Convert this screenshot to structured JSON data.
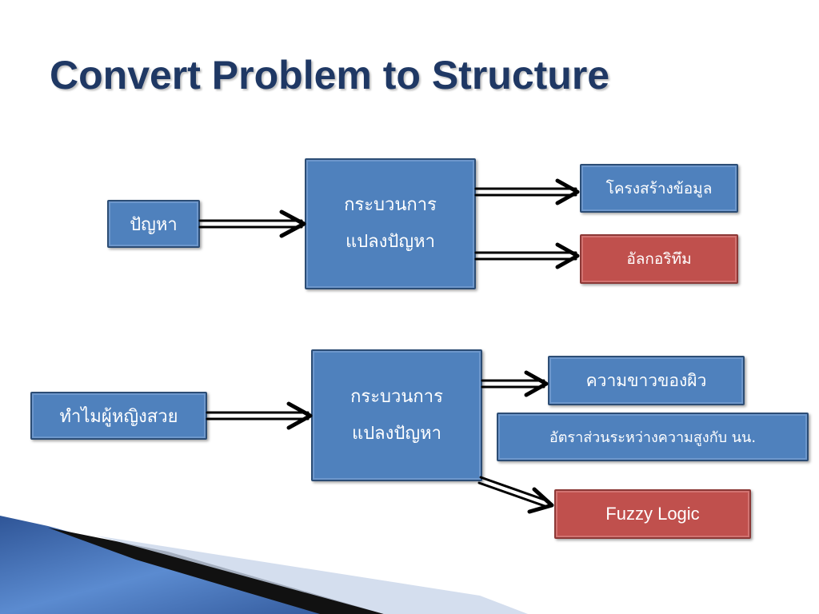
{
  "slide": {
    "title": "Convert Problem to Structure"
  },
  "diagram1": {
    "input": "ปัญหา",
    "process": [
      "กระบวนการ",
      "แปลงปัญหา"
    ],
    "output_structure": "โครงสร้างข้อมูล",
    "output_algorithm": "อัลกอริทึม"
  },
  "diagram2": {
    "input": "ทำไมผู้หญิงสวย",
    "process": [
      "กระบวนการ",
      "แปลงปัญหา"
    ],
    "output_1": "ความขาวของผิว",
    "output_2": "อัตราส่วนระหว่างความสูงกับ นน.",
    "output_3": "Fuzzy Logic"
  },
  "colors": {
    "title": "#1f3864",
    "box_blue": "#4f81bd",
    "box_red": "#c0504d",
    "deco_blue": "#2f5597"
  }
}
